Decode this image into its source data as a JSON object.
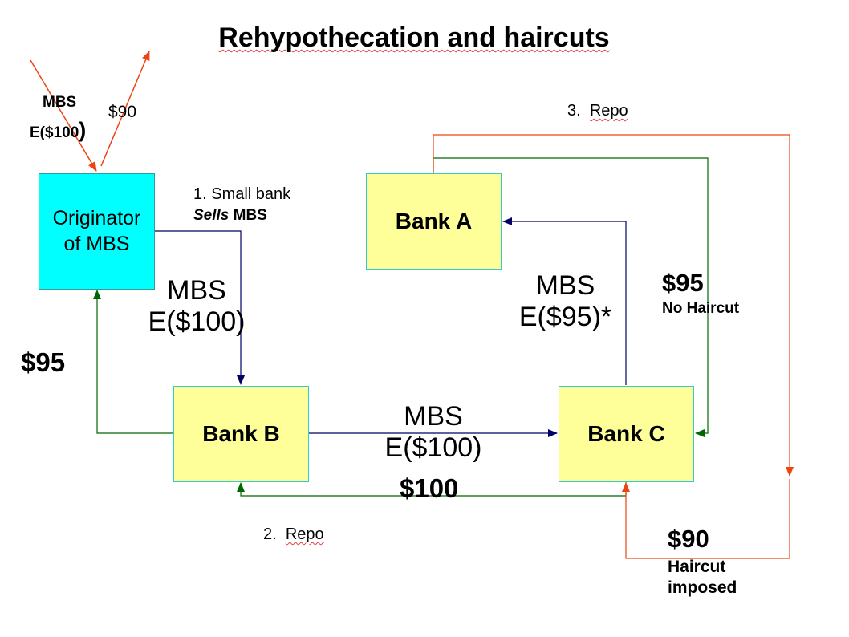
{
  "title": "Rehypothecation and haircuts",
  "nodes": {
    "originator": {
      "line1": "Originator",
      "line2": "of MBS"
    },
    "bank_a": {
      "label": "Bank A"
    },
    "bank_b": {
      "label": "Bank B"
    },
    "bank_c": {
      "label": "Bank C"
    }
  },
  "labels": {
    "topleft_mbs": "MBS",
    "topleft_emv": "E($100",
    "topleft_paren": ")",
    "topleft_cash": "$90",
    "step1_num": "1.  Small bank",
    "step1_sells": "Sells",
    "step1_mbs": " MBS",
    "orig_to_b_mbs": "MBS",
    "orig_to_b_emv": "E($100)",
    "b_to_orig_cash": "$95",
    "b_to_c_mbs": "MBS",
    "b_to_c_emv": "E($100)",
    "c_to_b_cash": "$100",
    "step2_num": "2.",
    "step2_word": "Repo",
    "step3_num": "3.",
    "step3_word": "Repo",
    "c_to_a_mbs": "MBS",
    "c_to_a_emv": "E($95)*",
    "a_to_c_cash": "$95",
    "a_to_c_note": "No Haircut",
    "haircut_cash": "$90",
    "haircut_note1": "Haircut",
    "haircut_note2": "imposed"
  },
  "colors": {
    "mbs_flow": "#000066",
    "cash_flow": "#006600",
    "repo_flow": "#ee4411"
  }
}
